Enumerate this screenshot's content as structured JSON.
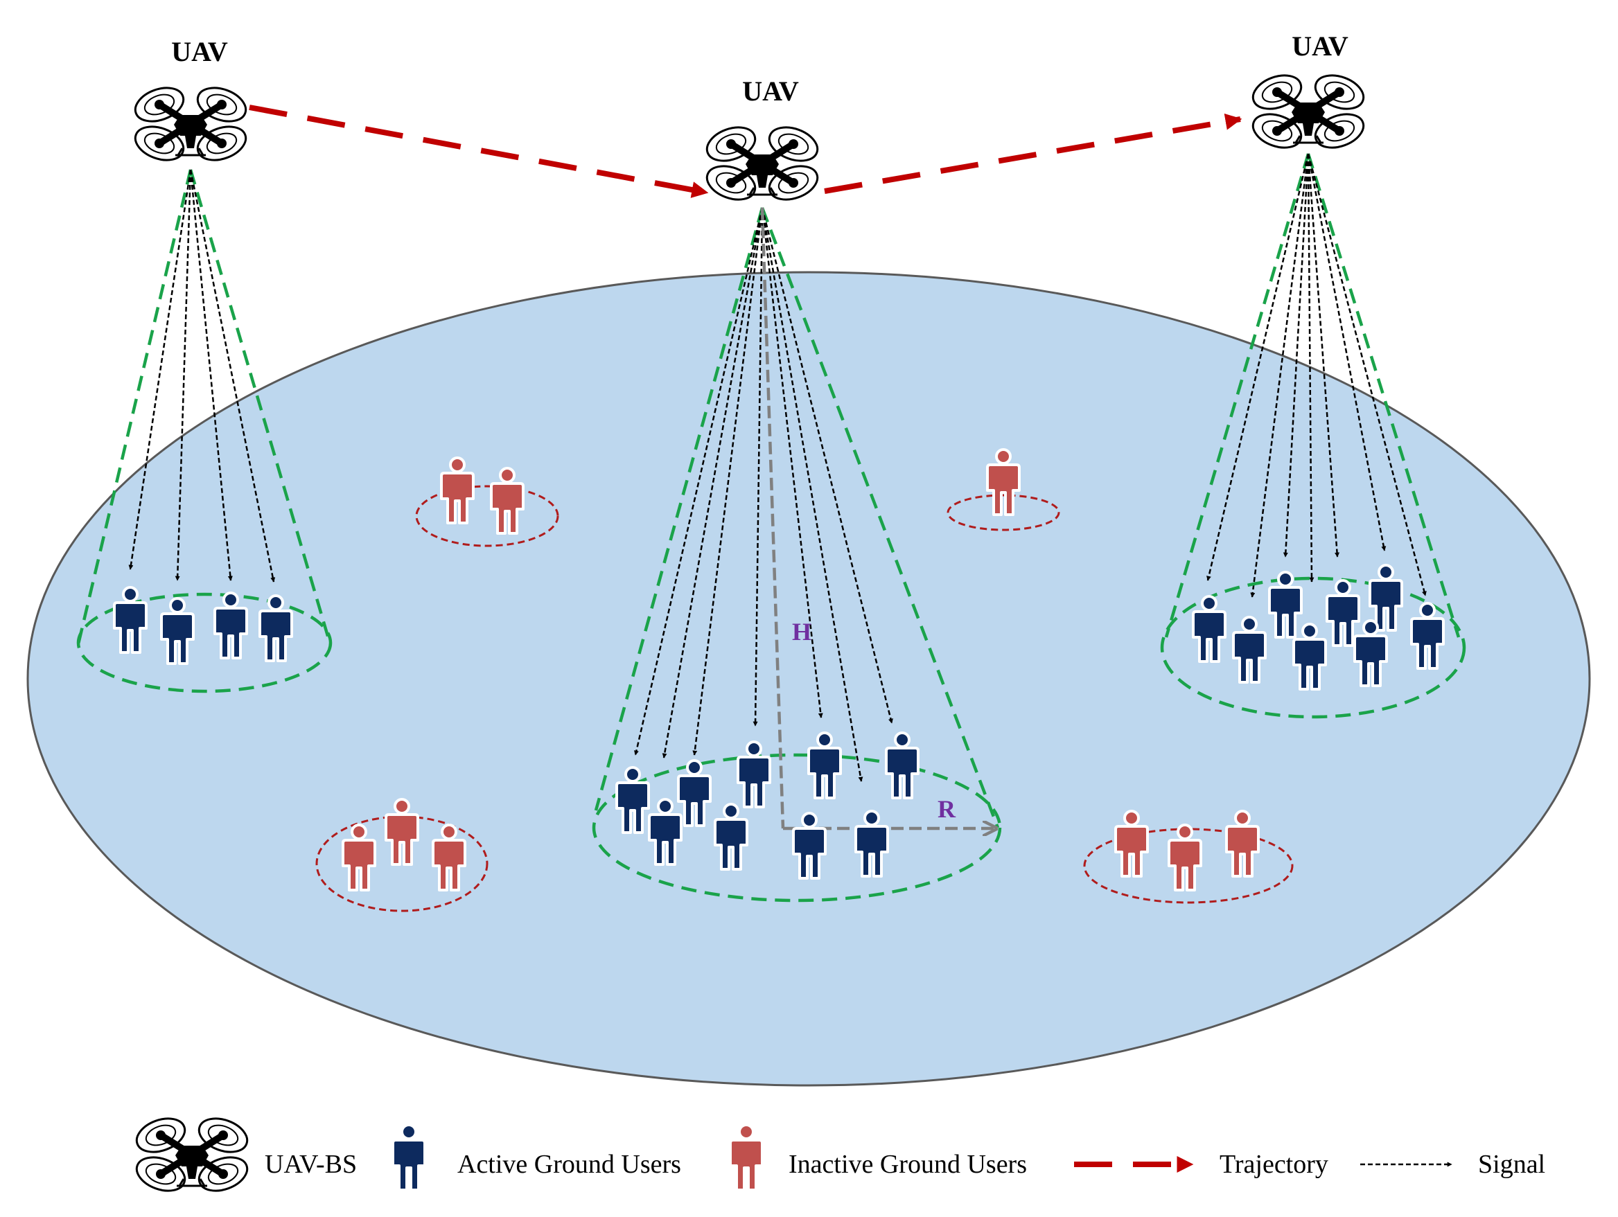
{
  "labels": {
    "uav": "UAV",
    "height": "H",
    "radius": "R"
  },
  "legend": {
    "uav_bs": "UAV-BS",
    "active_users": "Active Ground Users",
    "inactive_users": "Inactive Ground Users",
    "trajectory": "Trajectory",
    "signal": "Signal"
  },
  "colors": {
    "ground": "#bdd7ee",
    "ground_edge": "#595959",
    "active_user": "#0d2a5e",
    "inactive_user": "#c0504d",
    "coverage": "#1aa34a",
    "inactive_group": "#b01c1c",
    "trajectory": "#c00000",
    "signal": "#000000",
    "dimension": "#808080",
    "dimension_label": "#7030a0"
  },
  "icons": {
    "uav": "quadcopter-drone-icon",
    "active_user": "person-icon",
    "inactive_user": "person-icon"
  }
}
